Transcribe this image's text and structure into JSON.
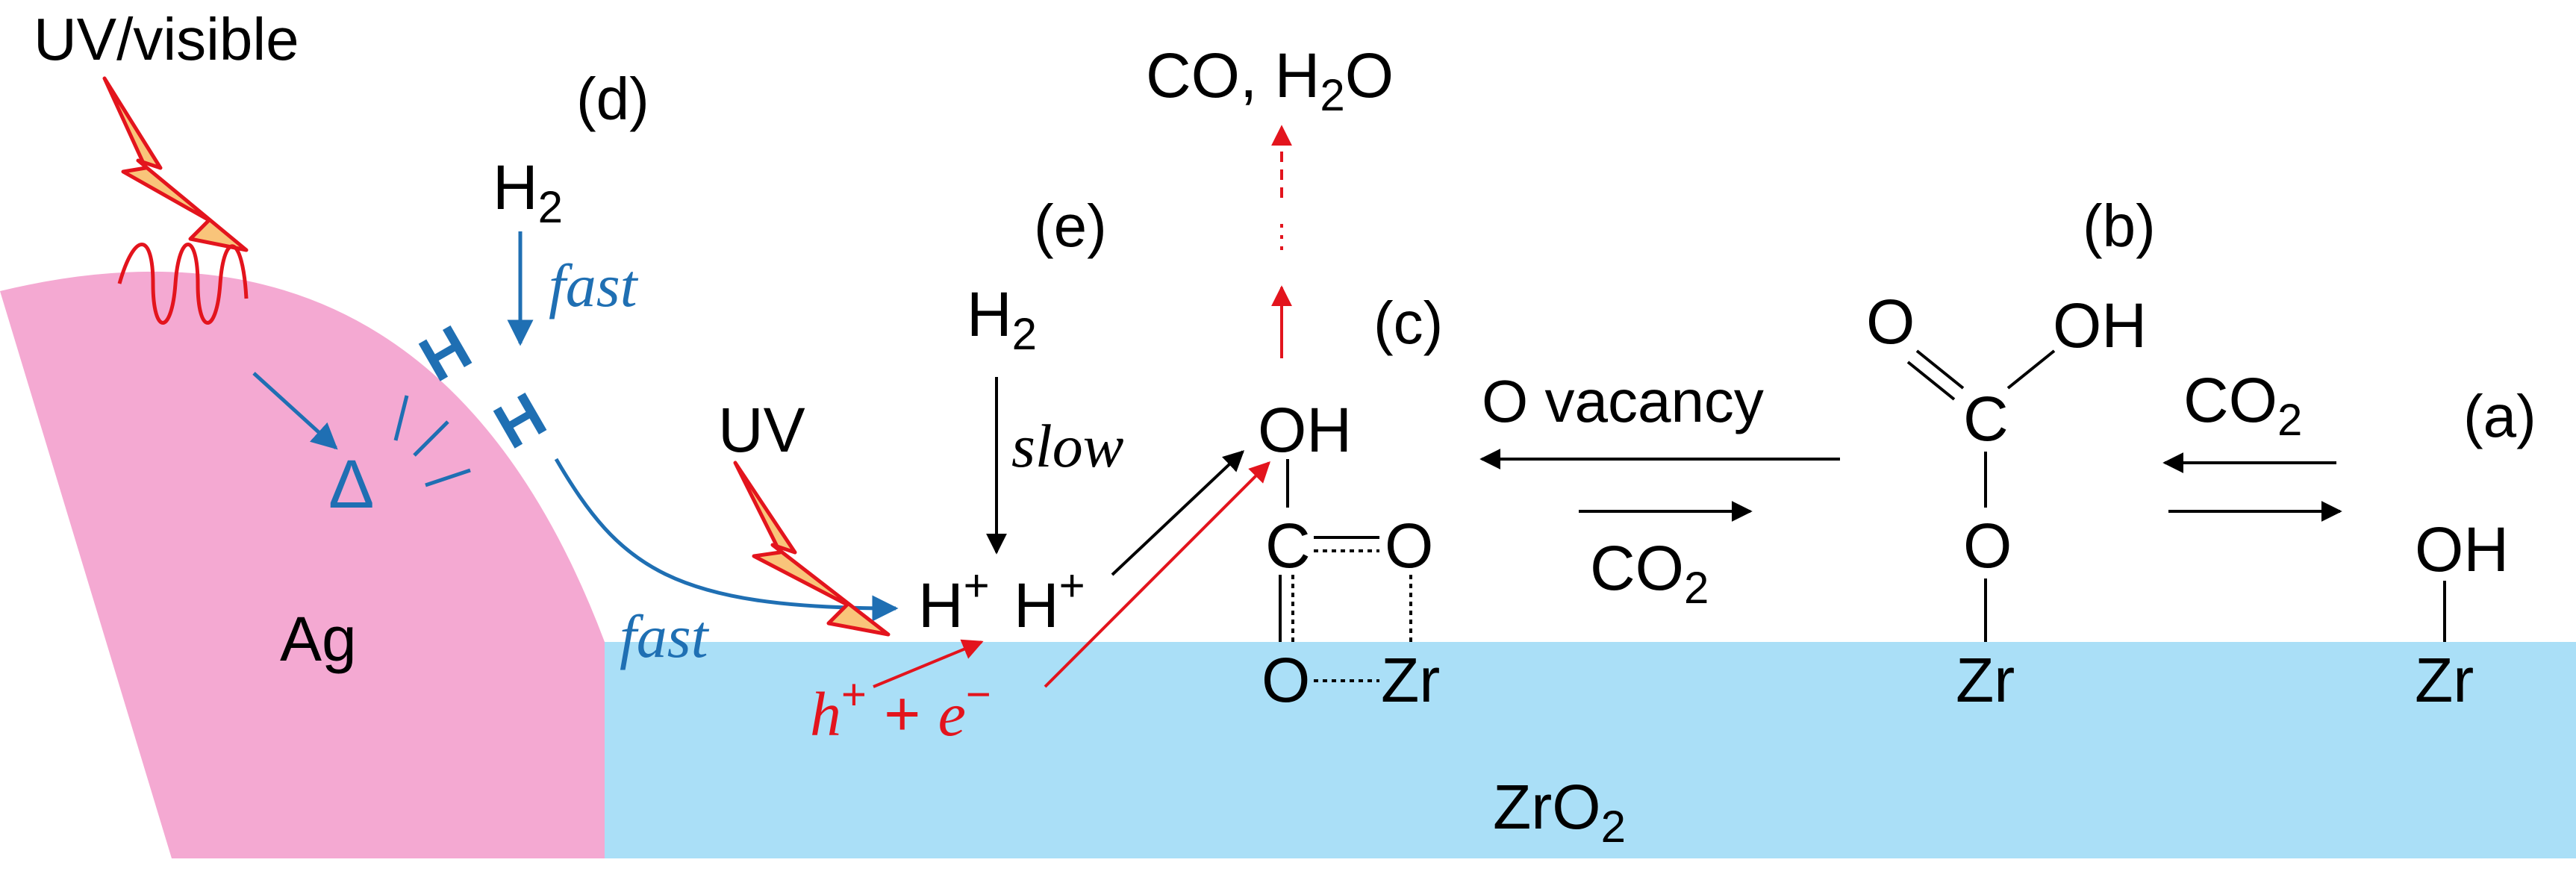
{
  "colors": {
    "ag_fill": "#f4a9d2",
    "zro2_fill": "#aadff7",
    "blue": "#1f6fb3",
    "red": "#e3141d",
    "black": "#000000",
    "flash_fill": "#f9c47a"
  },
  "labels": {
    "uv_visible": "UV/visible",
    "d": "(d)",
    "e": "(e)",
    "c": "(c)",
    "b": "(b)",
    "a": "(a)",
    "uv": "UV",
    "ag": "Ag",
    "delta": "Δ",
    "zro2_base": "ZrO",
    "zro2_sub": "2"
  },
  "left": {
    "h2_base": "H",
    "h2_sub": "2",
    "fast_top": "fast",
    "h_atom_1": "H",
    "h_atom_2": "H",
    "fast_bottom": "fast"
  },
  "middle": {
    "h2_base": "H",
    "h2_sub": "2",
    "slow": "slow",
    "hplus_1_base": "H",
    "hplus_1_sup": "+",
    "hplus_2_base": "H",
    "hplus_2_sup": "+",
    "hole": "h",
    "hole_sup": "+",
    "plus": " + ",
    "electron": "e",
    "electron_sup": "−"
  },
  "products": {
    "prefix": "CO, H",
    "sub": "2",
    "suffix": "O"
  },
  "species_c": {
    "oh": "OH",
    "c": "C",
    "o_right": "O",
    "o_bottom": "O",
    "zr": "Zr"
  },
  "species_b": {
    "o_top": "O",
    "oh": "OH",
    "c": "C",
    "o_mid": "O",
    "zr": "Zr"
  },
  "species_a": {
    "oh": "OH",
    "zr": "Zr"
  },
  "equilibria": {
    "o_vacancy": "O vacancy",
    "co2_bottom_base": "CO",
    "co2_bottom_sub": "2",
    "co2_top_base": "CO",
    "co2_top_sub": "2"
  }
}
